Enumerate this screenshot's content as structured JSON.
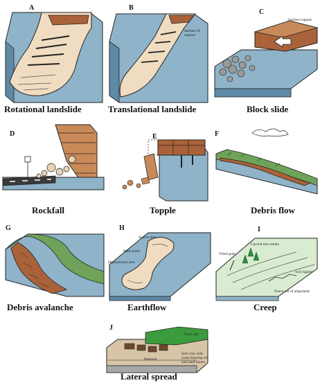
{
  "colors": {
    "slope_blue": "#8fb3c9",
    "slope_blue_dark": "#5f8aa6",
    "soil_tan": "#f0dcc0",
    "soil_brown": "#a9623a",
    "vegetation_green": "#6fa35a",
    "vegetation_dark": "#3f7a32",
    "clay_green": "#3c9b3c",
    "road_gray": "#3a3a3a"
  },
  "panels": [
    {
      "letter": "A",
      "caption": "Rotational landslide",
      "annotations": []
    },
    {
      "letter": "B",
      "caption": "Translational landslide",
      "annotations": [
        "Surface of rupture"
      ]
    },
    {
      "letter": "C",
      "caption": "Block slide",
      "annotations": [
        "Surface rupture"
      ]
    },
    {
      "letter": "D",
      "caption": "Rockfall",
      "annotations": []
    },
    {
      "letter": "E",
      "caption": "Topple",
      "annotations": []
    },
    {
      "letter": "F",
      "caption": "Debris flow",
      "annotations": []
    },
    {
      "letter": "G",
      "caption": "Debris avalanche",
      "annotations": []
    },
    {
      "letter": "H",
      "caption": "Earthflow",
      "annotations": [
        "Source area",
        "Main track",
        "Depositional area"
      ]
    },
    {
      "letter": "I",
      "caption": "Creep",
      "annotations": [
        "Curved tree trunks",
        "Tilted pole",
        "Soil ripples",
        "Fence out of alignment"
      ]
    },
    {
      "letter": "J",
      "caption": "Lateral spread",
      "annotations": [
        "Firm clay",
        "Bedrock",
        "Soft clay with water-bearing silt and sand layers"
      ]
    }
  ]
}
